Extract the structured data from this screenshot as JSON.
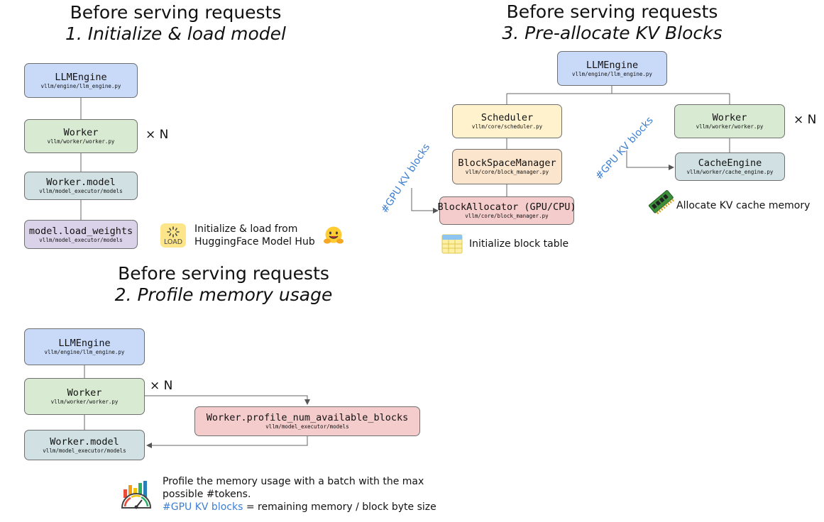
{
  "colors": {
    "blue": "#c9daf8",
    "green": "#d9ead3",
    "teal": "#d0e0e3",
    "purple": "#d9d2e9",
    "yellow": "#fff2cc",
    "orange": "#fce5cd",
    "red": "#f4cccc",
    "accent": "#3d7fd1"
  },
  "section1": {
    "title_line1": "Before serving requests",
    "title_line2": "1. Initialize & load model",
    "llm_engine": {
      "name": "LLMEngine",
      "path": "vllm/engine/llm_engine.py"
    },
    "worker": {
      "name": "Worker",
      "path": "vllm/worker/worker.py"
    },
    "worker_model": {
      "name": "Worker.model",
      "path": "vllm/model_executor/models"
    },
    "load_weights": {
      "name": "model.load_weights",
      "path": "vllm/model_executor/models"
    },
    "multiplier": "× N",
    "load_icon_text": "LOAD",
    "note_line1": "Initialize & load from",
    "note_line2": "HuggingFace Model Hub",
    "icons": [
      "load-icon",
      "hugging-face-icon"
    ]
  },
  "section2": {
    "title_line1": "Before serving requests",
    "title_line2": "2. Profile memory usage",
    "llm_engine": {
      "name": "LLMEngine",
      "path": "vllm/engine/llm_engine.py"
    },
    "worker": {
      "name": "Worker",
      "path": "vllm/worker/worker.py"
    },
    "worker_model": {
      "name": "Worker.model",
      "path": "vllm/model_executor/models"
    },
    "profile": {
      "name": "Worker.profile_num_available_blocks",
      "path": "vllm/model_executor/models"
    },
    "multiplier": "× N",
    "note_line1": "Profile the memory usage with a batch with the max",
    "note_line2": "possible #tokens.",
    "note_line3_accent": "#GPU KV blocks",
    "note_line3_rest": " = remaining memory / block byte size",
    "icons": [
      "gauge-chart-icon"
    ]
  },
  "section3": {
    "title_line1": "Before serving requests",
    "title_line2": "3. Pre-allocate KV Blocks",
    "llm_engine": {
      "name": "LLMEngine",
      "path": "vllm/engine/llm_engine.py"
    },
    "scheduler": {
      "name": "Scheduler",
      "path": "vllm/core/scheduler.py"
    },
    "block_space_manager": {
      "name": "BlockSpaceManager",
      "path": "vllm/core/block_manager.py"
    },
    "block_allocator": {
      "name": "BlockAllocator (GPU/CPU)",
      "path": "vllm/core/block_manager.py"
    },
    "worker": {
      "name": "Worker",
      "path": "vllm/worker/worker.py"
    },
    "cache_engine": {
      "name": "CacheEngine",
      "path": "vllm/worker/cache_engine.py"
    },
    "multiplier": "× N",
    "kv_label_left": "#GPU KV blocks",
    "kv_label_right": "#GPU KV blocks",
    "note_block_table": "Initialize block table",
    "note_cache_memory": "Allocate KV cache memory",
    "icons": [
      "table-icon",
      "memory-chip-icon"
    ]
  }
}
